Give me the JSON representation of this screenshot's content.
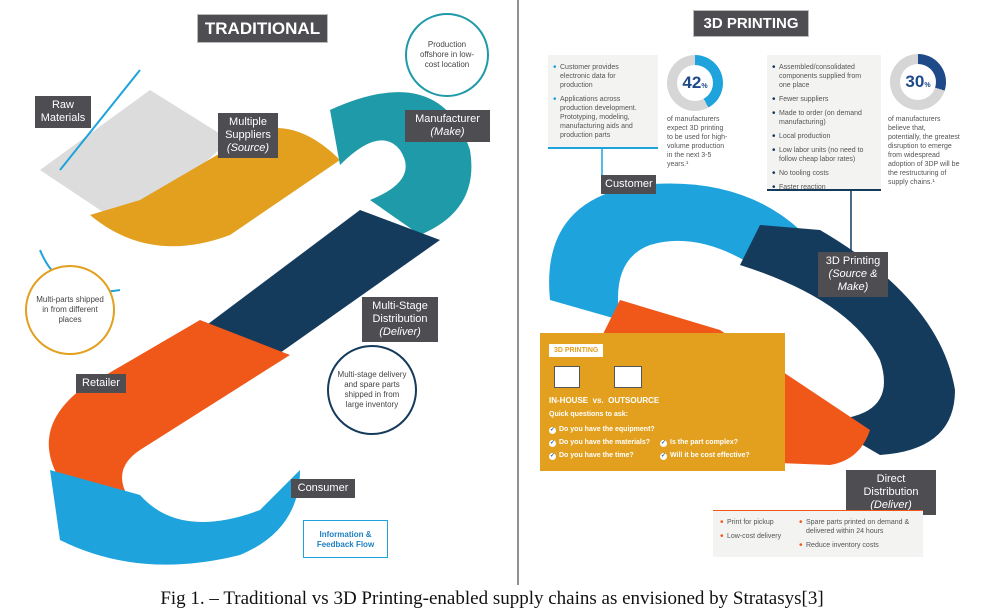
{
  "colors": {
    "gray": "#d9d9d9",
    "gold": "#e2a01e",
    "teal": "#1e9aa8",
    "navy": "#143a5c",
    "orange": "#f0581a",
    "blue": "#1ea3dc",
    "label": "#4d4d52"
  },
  "traditional": {
    "title": "TRADITIONAL",
    "raw_materials": "Raw Materials",
    "suppliers": {
      "name": "Multiple Suppliers",
      "role": "(Source)"
    },
    "manufacturer": {
      "name": "Manufacturer",
      "role": "(Make)"
    },
    "offshore_note": "Production offshore in low-cost location",
    "multiparts_note": "Multi-parts shipped in from different places",
    "distribution": {
      "name": "Multi-Stage Distribution",
      "role": "(Deliver)"
    },
    "distribution_note": "Multi-stage delivery and spare parts shipped in from large inventory",
    "retailer": "Retailer",
    "consumer": "Consumer",
    "feedback": "Information & Feedback Flow"
  },
  "printing": {
    "title": "3D PRINTING",
    "customer_points": [
      "Customer provides electronic data for production",
      "Applications across production development. Prototyping, modeling, manufacturing aids and production parts"
    ],
    "stat1": {
      "value": 42,
      "unit": "%",
      "text": "of manufacturers expect 3D printing to be used for high-volume production in the next 3-5 years.¹"
    },
    "customer": "Customer",
    "benefits": [
      "Assembled/consolidated components supplied from one place",
      "Fewer suppliers",
      "Made to order (on demand manufacturing)",
      "Local production",
      "Low labor units (no need to follow cheap labor rates)",
      "No tooling costs",
      "Faster reaction"
    ],
    "stat2": {
      "value": 30,
      "unit": "%",
      "text": "of manufacturers believe that, potentially, the greatest disruption to emerge from widespread adoption of 3DP will be the restructuring of supply chains.¹"
    },
    "source_make": {
      "name": "3D Printing",
      "role": "(Source & Make)"
    },
    "box": {
      "tag": "3D PRINTING",
      "inhouse": "IN-HOUSE",
      "vs": "vs.",
      "outsource": "OUTSOURCE",
      "heading": "Quick questions to ask:",
      "questions_left": [
        "Do you have the equipment?",
        "Do you have the materials?",
        "Do you have the time?"
      ],
      "questions_right": [
        "Is the part complex?",
        "Will it be cost effective?"
      ]
    },
    "direct": {
      "name": "Direct Distribution",
      "role": "(Deliver)"
    },
    "delivery_left": [
      "Print for pickup",
      "Low-cost delivery"
    ],
    "delivery_right": [
      "Spare parts printed on demand & delivered within 24 hours",
      "Reduce inventory costs"
    ]
  },
  "caption": "Fig 1. – Traditional vs 3D Printing-enabled supply chains as envisioned by Stratasys[3]"
}
